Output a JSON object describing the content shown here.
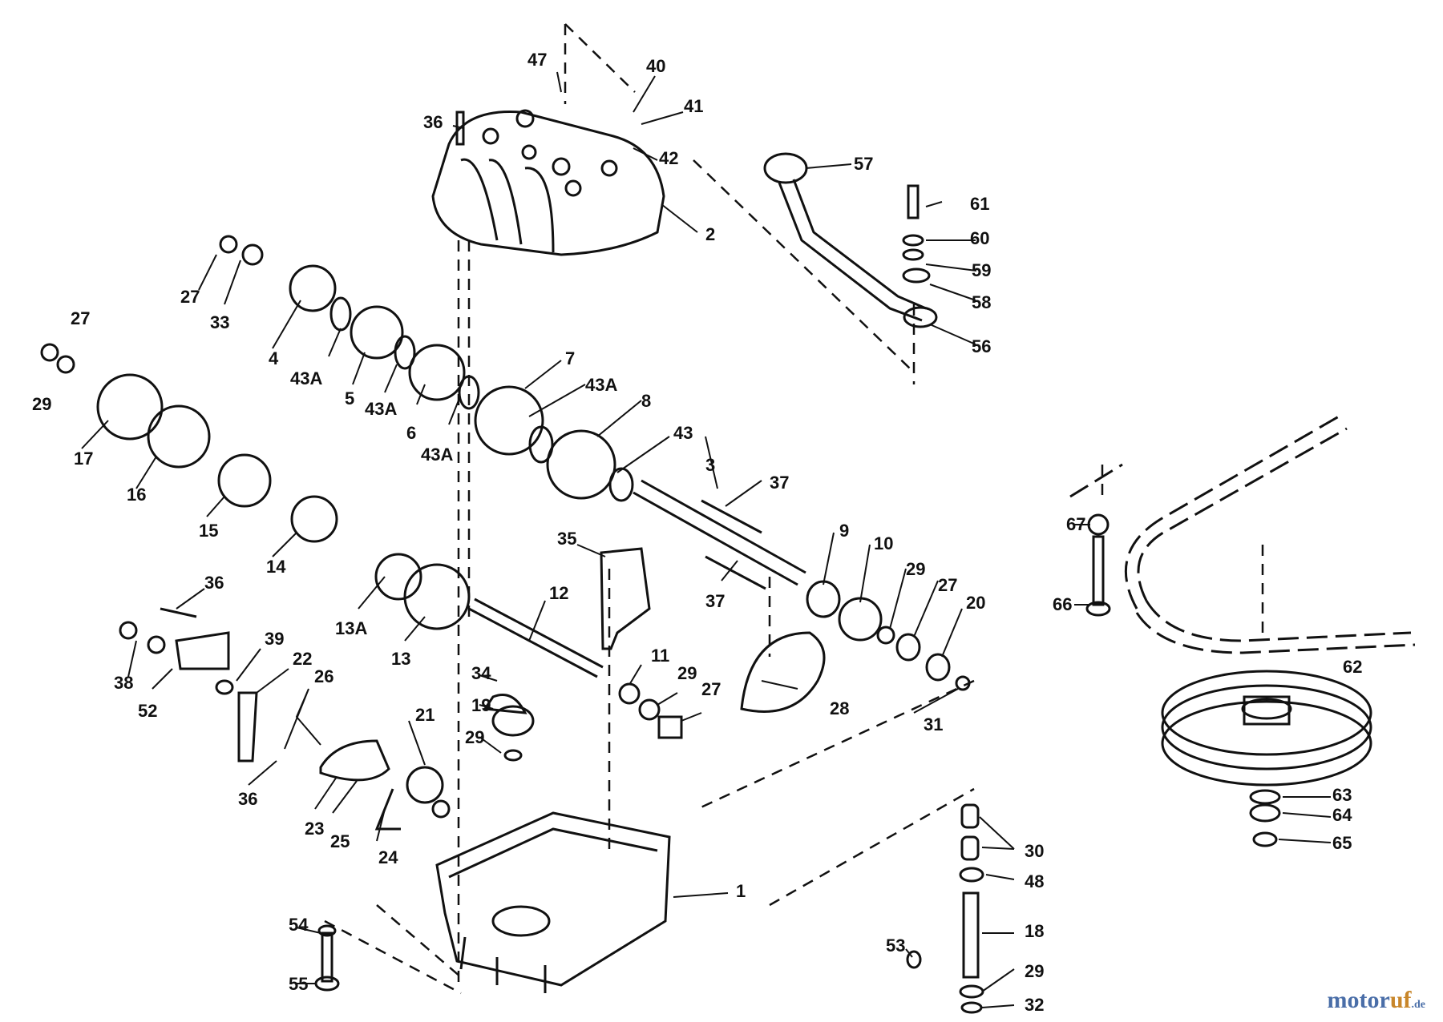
{
  "watermark": {
    "part1": "motor",
    "part2": "uf",
    "part3": ".de"
  },
  "labels": [
    "47",
    "40",
    "41",
    "36",
    "42",
    "2",
    "57",
    "61",
    "60",
    "59",
    "58",
    "56",
    "27",
    "33",
    "27",
    "29",
    "4",
    "43A",
    "5",
    "43A",
    "6",
    "43A",
    "7",
    "43A",
    "8",
    "43",
    "17",
    "16",
    "15",
    "14",
    "3",
    "37",
    "37",
    "9",
    "10",
    "29",
    "27",
    "20",
    "35",
    "36",
    "13A",
    "13",
    "12",
    "11",
    "29",
    "27",
    "28",
    "31",
    "38",
    "52",
    "39",
    "22",
    "26",
    "36",
    "23",
    "25",
    "21",
    "24",
    "34",
    "19",
    "29",
    "1",
    "54",
    "55",
    "67",
    "66",
    "62",
    "63",
    "64",
    "65",
    "30",
    "48",
    "18",
    "53",
    "29",
    "32"
  ]
}
